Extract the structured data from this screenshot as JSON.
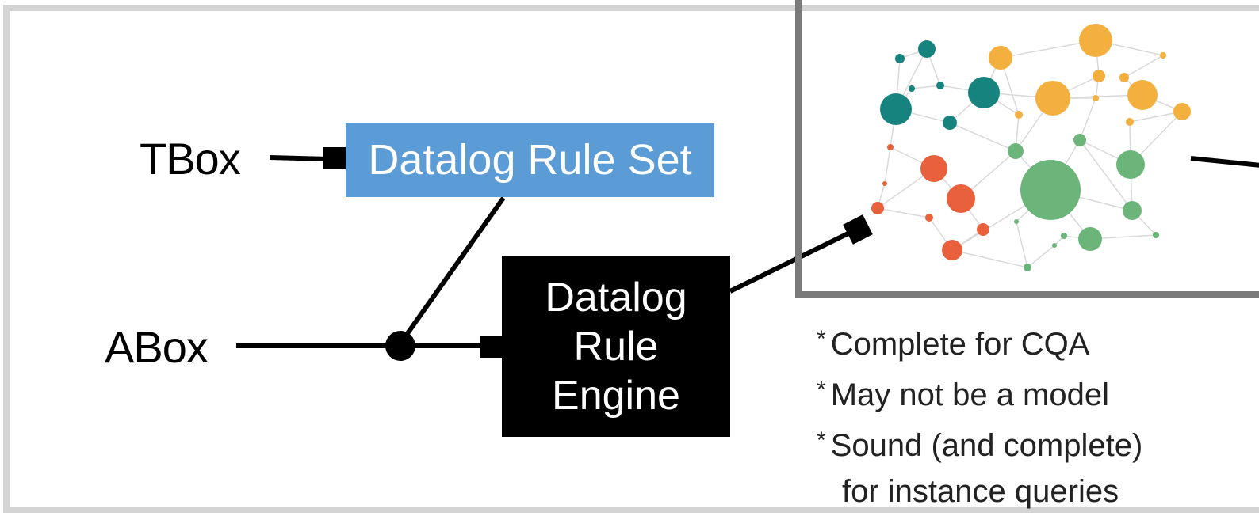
{
  "inputs": {
    "tbox": "TBox",
    "abox": "ABox"
  },
  "rule_set": {
    "label": "Datalog Rule Set",
    "color": "#5b9bd6"
  },
  "engine": {
    "lines": [
      "Datalog",
      "Rule",
      "Engine"
    ]
  },
  "graph": {
    "colors": {
      "teal": "#16837f",
      "orange": "#f3b03e",
      "red": "#e8603c",
      "green": "#6cb57a",
      "edge": "#d9d9d9"
    }
  },
  "notes": [
    {
      "prefix": "*",
      "text": "Complete for CQA"
    },
    {
      "prefix": "*",
      "text": "May not be a model"
    },
    {
      "prefix": "*",
      "text": "Sound (and complete)"
    },
    {
      "prefix": "",
      "text": "for instance queries"
    }
  ]
}
